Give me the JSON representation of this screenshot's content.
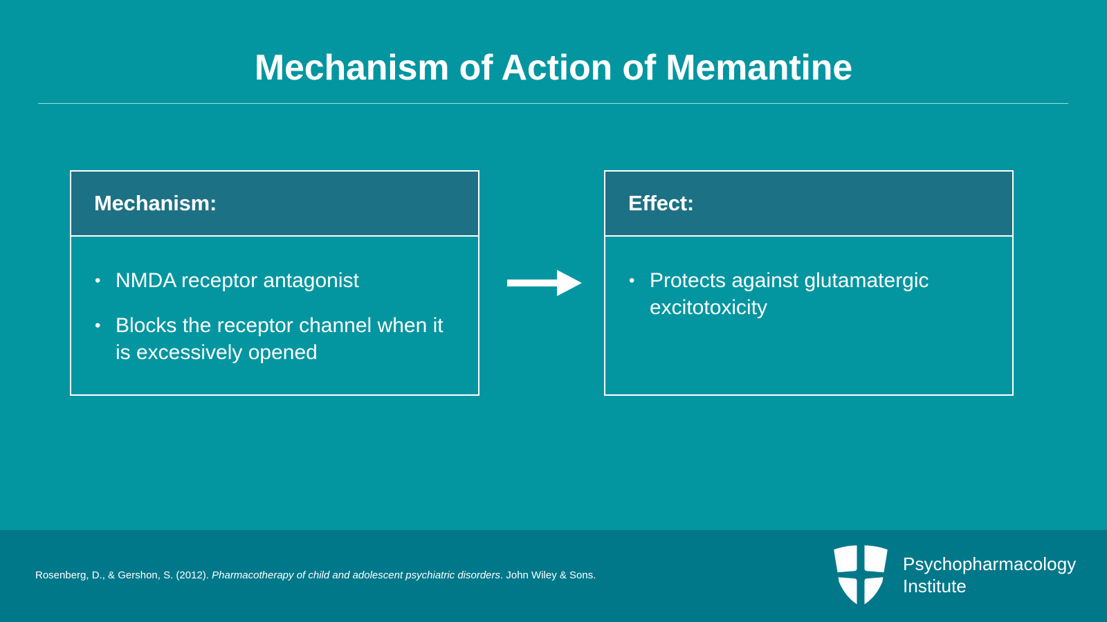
{
  "slide": {
    "title": "Mechanism of Action of Memantine",
    "background_color": "#0496a0",
    "footer_color": "#01788a",
    "header_band_color": "#1d7184",
    "accent_color": "#ffffff"
  },
  "panels": [
    {
      "id": "mechanism",
      "heading": "Mechanism:",
      "bullets": [
        "NMDA receptor antagonist",
        "Blocks the receptor channel when it is excessively opened"
      ]
    },
    {
      "id": "effect",
      "heading": "Effect:",
      "bullets": [
        "Protects against glutamatergic excitotoxicity"
      ]
    }
  ],
  "connector": {
    "icon": "right-arrow-icon",
    "direction": "right"
  },
  "footer": {
    "citation": {
      "before_italic": "Rosenberg, D., & Gershon, S. (2012). ",
      "italic": "Pharmacotherapy of child and adolescent psychiatric disorders",
      "after_italic": ". John Wiley & Sons."
    },
    "logo": {
      "icon": "shield-logo-icon",
      "line1": "Psychopharmacology",
      "line2": "Institute"
    }
  }
}
